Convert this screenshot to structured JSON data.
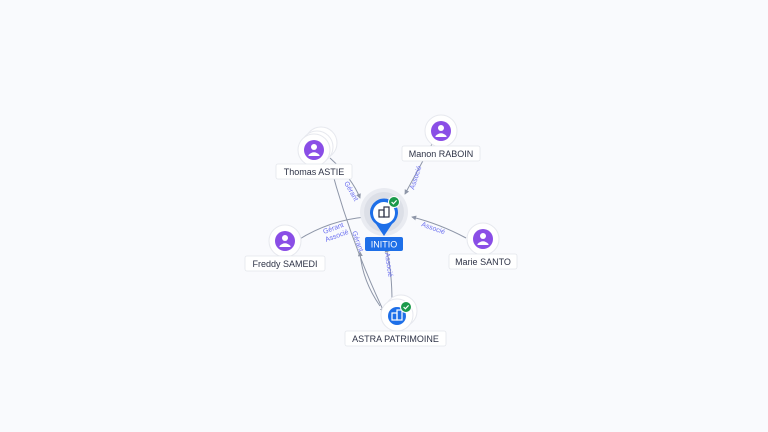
{
  "graph": {
    "center": {
      "name": "INITIO",
      "icon": "building-icon",
      "status_icon": "check-badge-icon"
    },
    "people": [
      {
        "id": "thomas",
        "name": "Thomas ASTIE",
        "icon": "person-icon"
      },
      {
        "id": "manon",
        "name": "Manon RABOIN",
        "icon": "person-icon"
      },
      {
        "id": "freddy",
        "name": "Freddy SAMEDI",
        "icon": "person-icon"
      },
      {
        "id": "marie",
        "name": "Marie SANTO",
        "icon": "person-icon"
      }
    ],
    "companies": [
      {
        "id": "astra",
        "name": "ASTRA PATRIMOINE",
        "icon": "building-icon",
        "status_icon": "check-badge-icon"
      }
    ],
    "edge_labels": {
      "thomas_initio": "Gérant",
      "manon_initio": "Associé",
      "freddy_initio_1": "Gérant",
      "freddy_initio_2": "Associé",
      "marie_initio": "Associé",
      "thomas_astra": "Gérant",
      "astra_initio": "Associé"
    },
    "colors": {
      "accent": "#1e6fe8",
      "person": "#8a4ee6",
      "check": "#1b9a4b",
      "edge_label": "#6b6ff0"
    }
  }
}
